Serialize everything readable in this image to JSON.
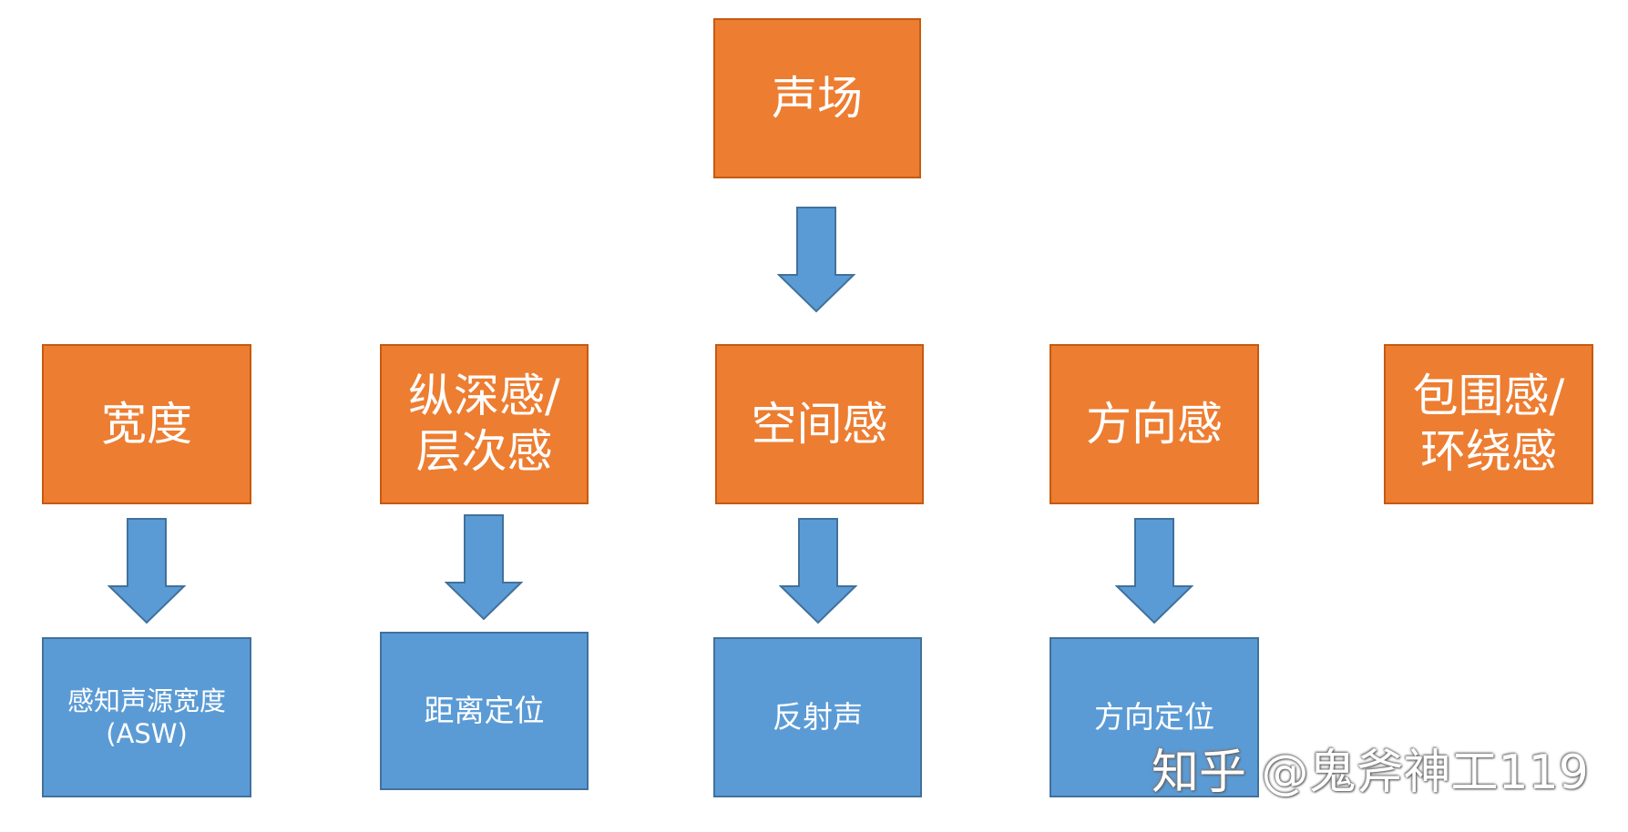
{
  "diagram": {
    "root": {
      "label": "声场"
    },
    "categories": [
      {
        "label": "宽度",
        "detail": "感知声源宽度\n(ASW)"
      },
      {
        "label": "纵深感/\n层次感",
        "detail": "距离定位"
      },
      {
        "label": "空间感",
        "detail": "反射声"
      },
      {
        "label": "方向感",
        "detail": "方向定位"
      },
      {
        "label": "包围感/\n环绕感"
      }
    ],
    "colors": {
      "concept_box": "#ED7D31",
      "detail_box": "#5B9BD5",
      "arrow": "#5B9BD5"
    }
  },
  "watermark": {
    "text": "知乎 @鬼斧神工119"
  }
}
